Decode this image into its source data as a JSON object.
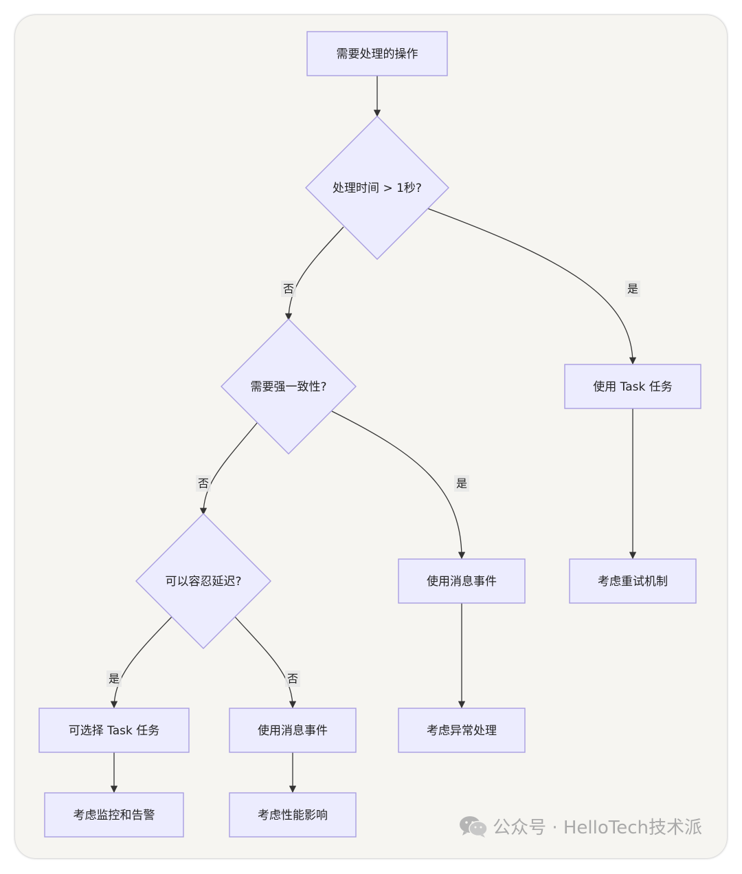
{
  "nodes": [
    {
      "id": "start",
      "shape": "rect",
      "label": "需要处理的操作"
    },
    {
      "id": "d_time",
      "shape": "diamond",
      "label": "处理时间 > 1秒?"
    },
    {
      "id": "d_consist",
      "shape": "diamond",
      "label": "需要强一致性?"
    },
    {
      "id": "task",
      "shape": "rect",
      "label": "使用 Task 任务"
    },
    {
      "id": "d_delay",
      "shape": "diamond",
      "label": "可以容忍延迟?"
    },
    {
      "id": "msg1",
      "shape": "rect",
      "label": "使用消息事件"
    },
    {
      "id": "retry",
      "shape": "rect",
      "label": "考虑重试机制"
    },
    {
      "id": "opt_task",
      "shape": "rect",
      "label": "可选择 Task 任务"
    },
    {
      "id": "msg2",
      "shape": "rect",
      "label": "使用消息事件"
    },
    {
      "id": "exception",
      "shape": "rect",
      "label": "考虑异常处理"
    },
    {
      "id": "monitor",
      "shape": "rect",
      "label": "考虑监控和告警"
    },
    {
      "id": "perf",
      "shape": "rect",
      "label": "考虑性能影响"
    }
  ],
  "edges": [
    {
      "from": "start",
      "to": "d_time",
      "label": ""
    },
    {
      "from": "d_time",
      "to": "d_consist",
      "label": "否"
    },
    {
      "from": "d_time",
      "to": "task",
      "label": "是"
    },
    {
      "from": "d_consist",
      "to": "d_delay",
      "label": "否"
    },
    {
      "from": "d_consist",
      "to": "msg1",
      "label": "是"
    },
    {
      "from": "task",
      "to": "retry",
      "label": ""
    },
    {
      "from": "d_delay",
      "to": "opt_task",
      "label": "是"
    },
    {
      "from": "d_delay",
      "to": "msg2",
      "label": "否"
    },
    {
      "from": "msg1",
      "to": "exception",
      "label": ""
    },
    {
      "from": "opt_task",
      "to": "monitor",
      "label": ""
    },
    {
      "from": "msg2",
      "to": "perf",
      "label": ""
    }
  ],
  "colors": {
    "node_fill": "#ececfe",
    "node_stroke": "#a89de0",
    "edge": "#333333",
    "background": "#f6f5f1"
  },
  "watermark": {
    "icon": "wechat-icon",
    "text": "公众号 · HelloTech技术派"
  }
}
